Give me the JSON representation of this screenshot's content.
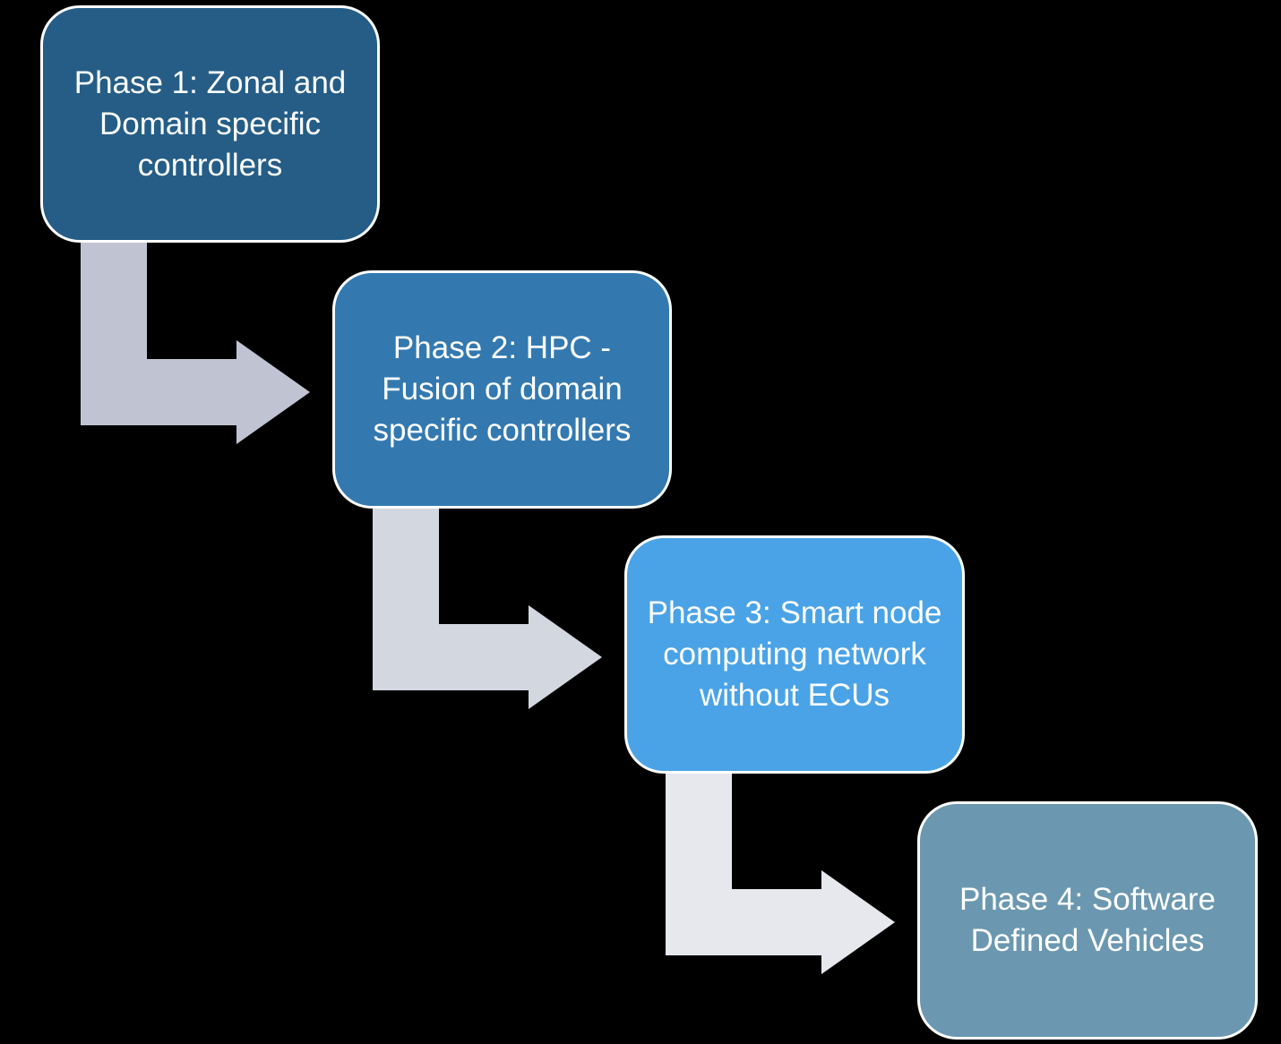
{
  "diagram": {
    "phases": [
      {
        "label": "Phase 1: Zonal and Domain specific controllers",
        "color": "#255d86"
      },
      {
        "label": "Phase 2: HPC - Fusion of domain specific controllers",
        "color": "#3379b0"
      },
      {
        "label": "Phase 3: Smart node computing network without ECUs",
        "color": "#4aa3e6"
      },
      {
        "label": "Phase 4: Software Defined Vehicles",
        "color": "#6b98b0"
      }
    ],
    "connectors": [
      {
        "from": "Phase 1",
        "to": "Phase 2",
        "color": "#c0c4d2"
      },
      {
        "from": "Phase 2",
        "to": "Phase 3",
        "color": "#d3d7e0"
      },
      {
        "from": "Phase 3",
        "to": "Phase 4",
        "color": "#e6e8ee"
      }
    ],
    "background": "#000000",
    "border_color": "#ffffff"
  }
}
